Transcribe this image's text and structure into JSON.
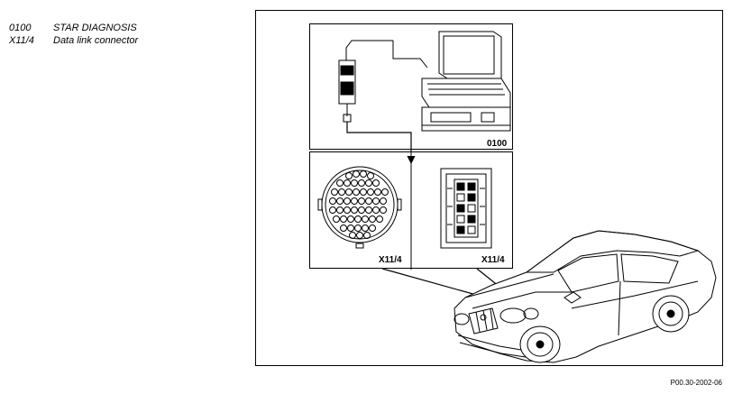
{
  "legend": [
    {
      "code": "0100",
      "description": "STAR DIAGNOSIS"
    },
    {
      "code": "X11/4",
      "description": "Data link connector"
    }
  ],
  "figure": {
    "label_tool": "0100",
    "label_connector_round": "X11/4",
    "label_connector_rect": "X11/4"
  },
  "reference": "P00.30-2002-06"
}
